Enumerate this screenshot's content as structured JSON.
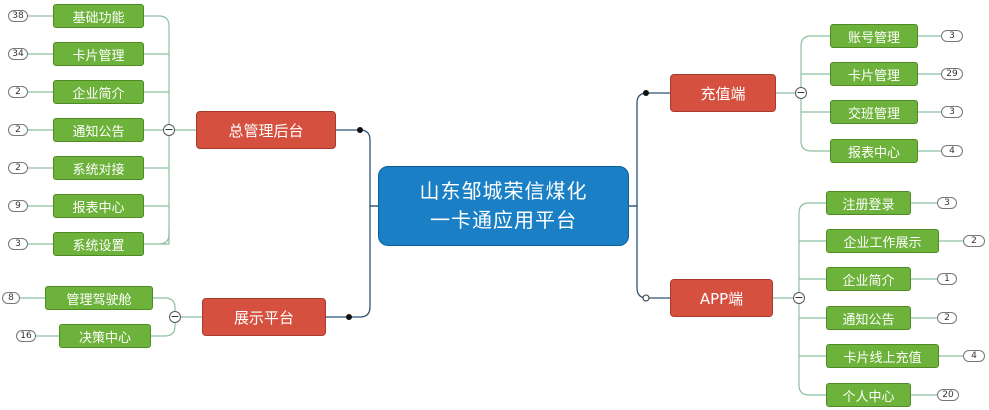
{
  "center": {
    "line1": "山东邹城荣信煤化",
    "line2": "一卡通应用平台"
  },
  "colors": {
    "center": "#1a7fc4",
    "branch": "#d65040",
    "leaf": "#6db23a",
    "line": "#2e5577",
    "leaf_line": "#8cc0a0"
  },
  "branches": {
    "admin": {
      "label": "总管理后台",
      "children": [
        {
          "label": "基础功能",
          "count": "38"
        },
        {
          "label": "卡片管理",
          "count": "34"
        },
        {
          "label": "企业简介",
          "count": "2"
        },
        {
          "label": "通知公告",
          "count": "2"
        },
        {
          "label": "系统对接",
          "count": "2"
        },
        {
          "label": "报表中心",
          "count": "9"
        },
        {
          "label": "系统设置",
          "count": "3"
        }
      ]
    },
    "display": {
      "label": "展示平台",
      "children": [
        {
          "label": "管理驾驶舱",
          "count": "8"
        },
        {
          "label": "决策中心",
          "count": "16"
        }
      ]
    },
    "recharge": {
      "label": "充值端",
      "children": [
        {
          "label": "账号管理",
          "count": "3"
        },
        {
          "label": "卡片管理",
          "count": "29"
        },
        {
          "label": "交班管理",
          "count": "3"
        },
        {
          "label": "报表中心",
          "count": "4"
        }
      ]
    },
    "app": {
      "label": "APP端",
      "children": [
        {
          "label": "注册登录",
          "count": "3"
        },
        {
          "label": "企业工作展示",
          "count": "2"
        },
        {
          "label": "企业简介",
          "count": "1"
        },
        {
          "label": "通知公告",
          "count": "2"
        },
        {
          "label": "卡片线上充值",
          "count": "4"
        },
        {
          "label": "个人中心",
          "count": "20"
        }
      ]
    }
  },
  "collapse_symbol": "−"
}
